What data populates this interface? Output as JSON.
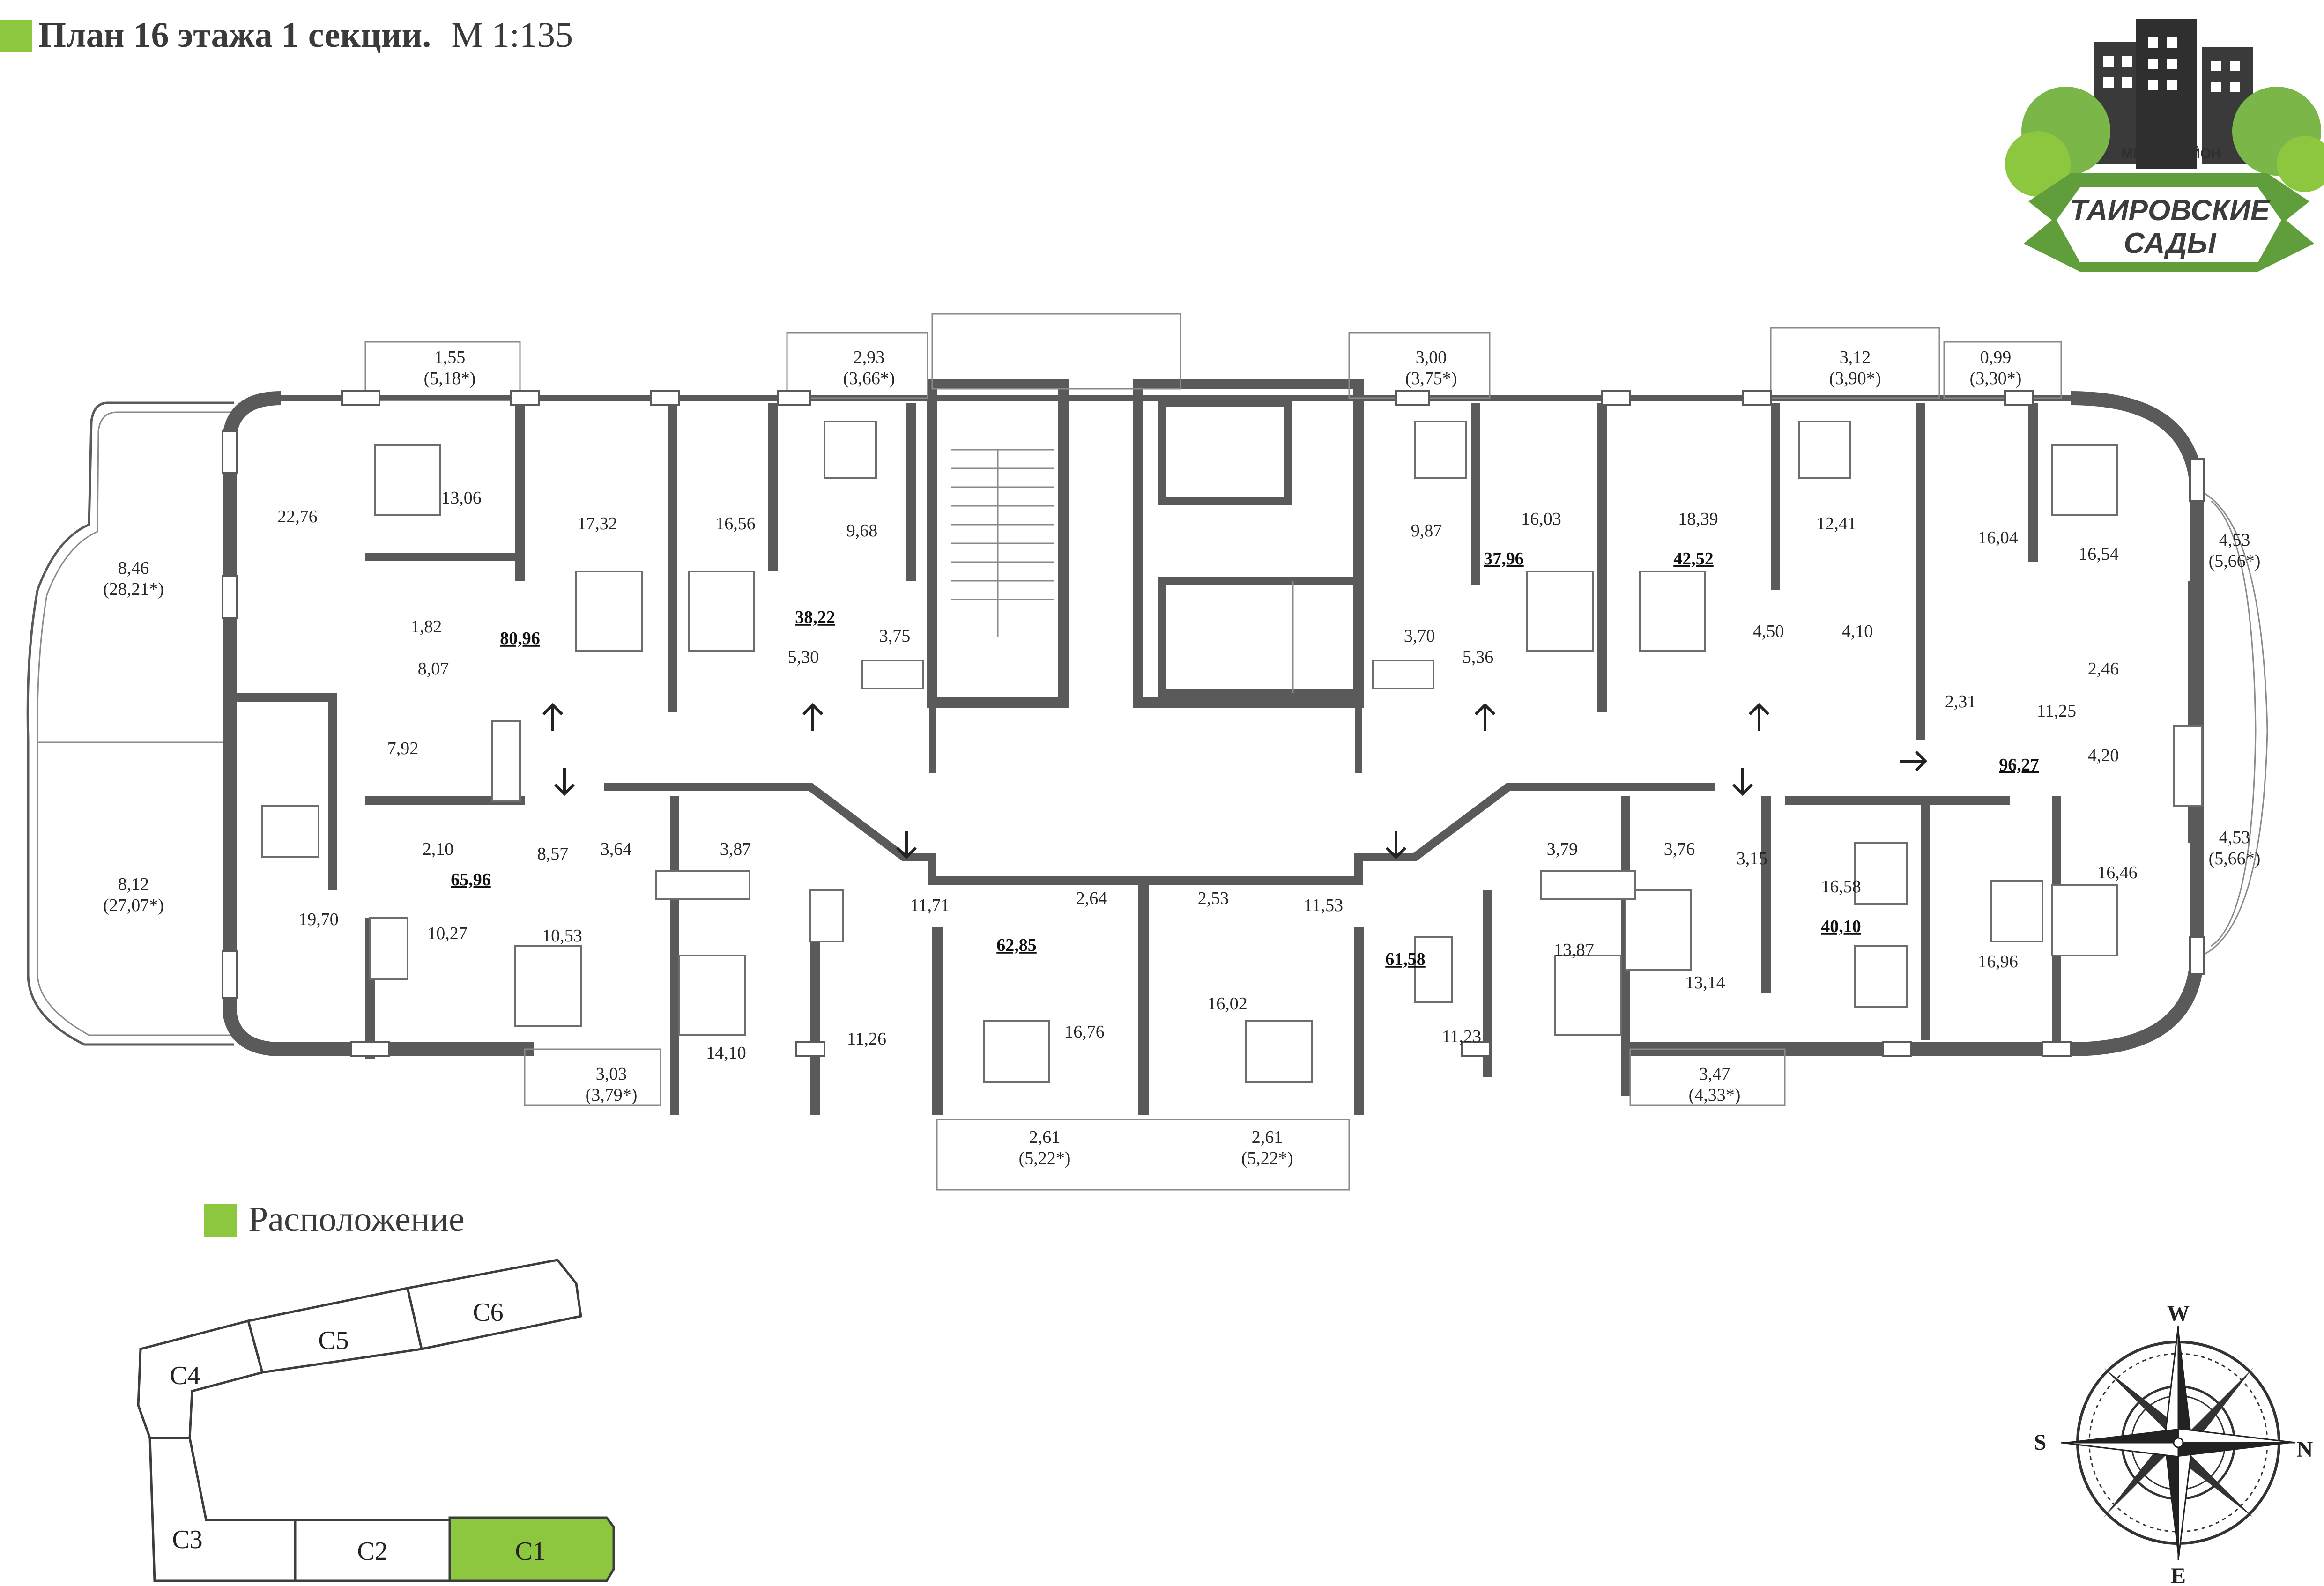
{
  "header": {
    "title_bold": "План 16 этажа 1 секции.",
    "title_scale": "М 1:135",
    "accent_color": "#8dc63f"
  },
  "logo": {
    "top_text": "МИКРОРАЙОН",
    "line1": "ТАИРОВСКИЕ",
    "line2": "САДЫ",
    "green_color": "#7ab648"
  },
  "plan": {
    "room_areas": [
      {
        "id": "r01",
        "text": "1,55"
      },
      {
        "id": "r01b",
        "text": "(5,18*)"
      },
      {
        "id": "r02",
        "text": "2,93"
      },
      {
        "id": "r02b",
        "text": "(3,66*)"
      },
      {
        "id": "r03",
        "text": "3,00"
      },
      {
        "id": "r03b",
        "text": "(3,75*)"
      },
      {
        "id": "r04",
        "text": "3,12"
      },
      {
        "id": "r04b",
        "text": "(3,90*)"
      },
      {
        "id": "r05",
        "text": "0,99"
      },
      {
        "id": "r05b",
        "text": "(3,30*)"
      },
      {
        "id": "r06",
        "text": "8,46"
      },
      {
        "id": "r06b",
        "text": "(28,21*)"
      },
      {
        "id": "r07",
        "text": "8,12"
      },
      {
        "id": "r07b",
        "text": "(27,07*)"
      },
      {
        "id": "r08",
        "text": "22,76"
      },
      {
        "id": "r09",
        "text": "13,06"
      },
      {
        "id": "r10",
        "text": "1,82"
      },
      {
        "id": "r11",
        "text": "8,07"
      },
      {
        "id": "r12",
        "text": "17,32"
      },
      {
        "id": "r13",
        "text": "16,56"
      },
      {
        "id": "r14",
        "text": "9,68"
      },
      {
        "id": "r15",
        "text": "5,30"
      },
      {
        "id": "r16",
        "text": "3,75"
      },
      {
        "id": "r17",
        "text": "7,92"
      },
      {
        "id": "r18",
        "text": "2,10"
      },
      {
        "id": "r19",
        "text": "8,57"
      },
      {
        "id": "r20",
        "text": "19,70"
      },
      {
        "id": "r21",
        "text": "10,27"
      },
      {
        "id": "r22",
        "text": "10,53"
      },
      {
        "id": "r23",
        "text": "3,64"
      },
      {
        "id": "r24",
        "text": "3,87"
      },
      {
        "id": "r25",
        "text": "14,10"
      },
      {
        "id": "r26",
        "text": "11,26"
      },
      {
        "id": "r27",
        "text": "11,71"
      },
      {
        "id": "r28",
        "text": "2,64"
      },
      {
        "id": "r29",
        "text": "2,53"
      },
      {
        "id": "r30",
        "text": "11,53"
      },
      {
        "id": "r31",
        "text": "16,76"
      },
      {
        "id": "r32",
        "text": "16,02"
      },
      {
        "id": "r33",
        "text": "3,03"
      },
      {
        "id": "r33b",
        "text": "(3,79*)"
      },
      {
        "id": "r34",
        "text": "2,61"
      },
      {
        "id": "r34b",
        "text": "(5,22*)"
      },
      {
        "id": "r35",
        "text": "2,61"
      },
      {
        "id": "r35b",
        "text": "(5,22*)"
      },
      {
        "id": "r36",
        "text": "9,87"
      },
      {
        "id": "r37",
        "text": "3,70"
      },
      {
        "id": "r38",
        "text": "5,36"
      },
      {
        "id": "r39",
        "text": "16,03"
      },
      {
        "id": "r40",
        "text": "18,39"
      },
      {
        "id": "r41",
        "text": "12,41"
      },
      {
        "id": "r42",
        "text": "4,50"
      },
      {
        "id": "r43",
        "text": "4,10"
      },
      {
        "id": "r44",
        "text": "16,04"
      },
      {
        "id": "r45",
        "text": "16,54"
      },
      {
        "id": "r46",
        "text": "4,53"
      },
      {
        "id": "r46b",
        "text": "(5,66*)"
      },
      {
        "id": "r47",
        "text": "2,46"
      },
      {
        "id": "r48",
        "text": "2,31"
      },
      {
        "id": "r49",
        "text": "11,25"
      },
      {
        "id": "r50",
        "text": "4,20"
      },
      {
        "id": "r51",
        "text": "4,53"
      },
      {
        "id": "r51b",
        "text": "(5,66*)"
      },
      {
        "id": "r52",
        "text": "3,79"
      },
      {
        "id": "r53",
        "text": "3,76"
      },
      {
        "id": "r54",
        "text": "3,15"
      },
      {
        "id": "r55",
        "text": "16,58"
      },
      {
        "id": "r56",
        "text": "16,46"
      },
      {
        "id": "r57",
        "text": "11,23"
      },
      {
        "id": "r58",
        "text": "13,87"
      },
      {
        "id": "r59",
        "text": "13,14"
      },
      {
        "id": "r60",
        "text": "16,96"
      },
      {
        "id": "r61",
        "text": "3,47"
      },
      {
        "id": "r61b",
        "text": "(4,33*)"
      }
    ],
    "apartment_totals": [
      {
        "id": "a1",
        "text": "80,96"
      },
      {
        "id": "a2",
        "text": "38,22"
      },
      {
        "id": "a3",
        "text": "65,96"
      },
      {
        "id": "a4",
        "text": "62,85"
      },
      {
        "id": "a5",
        "text": "61,58"
      },
      {
        "id": "a6",
        "text": "37,96"
      },
      {
        "id": "a7",
        "text": "42,52"
      },
      {
        "id": "a8",
        "text": "40,10"
      },
      {
        "id": "a9",
        "text": "96,27"
      }
    ]
  },
  "location": {
    "label": "Расположение",
    "sections": [
      "C1",
      "C2",
      "C3",
      "C4",
      "C5",
      "C6"
    ],
    "highlighted": "C1",
    "highlight_color": "#8dc63f"
  },
  "compass": {
    "top": "W",
    "left": "S",
    "right": "N",
    "bottom": "E"
  }
}
